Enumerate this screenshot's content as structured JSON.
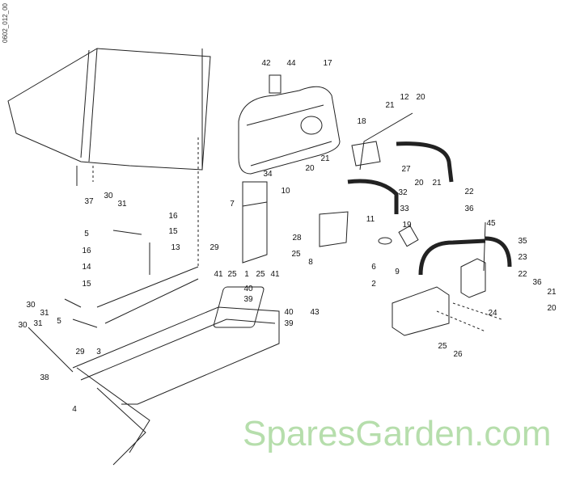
{
  "drawing_code": "0602_012_00",
  "watermark": "SparesGarden.com",
  "labels": [
    "42",
    "44",
    "17",
    "18",
    "21",
    "12",
    "20",
    "21",
    "20",
    "34",
    "10",
    "7",
    "27",
    "32",
    "33",
    "11",
    "19",
    "20",
    "21",
    "22",
    "36",
    "45",
    "35",
    "23",
    "22",
    "36",
    "21",
    "20",
    "24",
    "28",
    "25",
    "8",
    "6",
    "9",
    "2",
    "41",
    "25",
    "1",
    "25",
    "41",
    "40",
    "39",
    "40",
    "39",
    "43",
    "29",
    "25",
    "26",
    "37",
    "30",
    "31",
    "5",
    "16",
    "15",
    "13",
    "16",
    "14",
    "15",
    "30",
    "31",
    "5",
    "30",
    "31",
    "29",
    "3",
    "38",
    "4"
  ]
}
